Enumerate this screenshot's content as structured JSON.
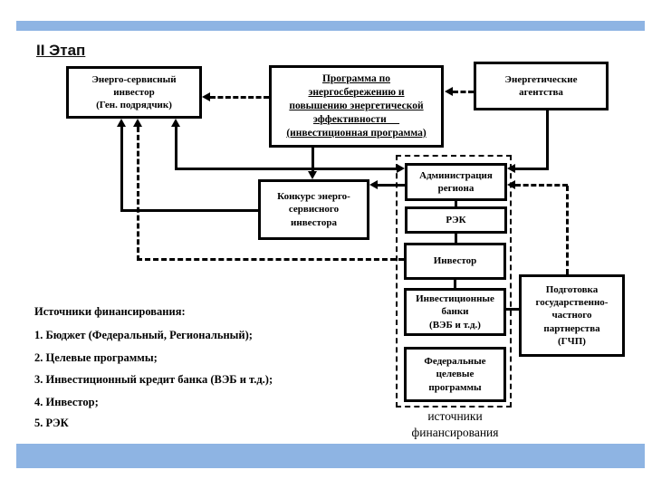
{
  "slide": {
    "title": "II Этап",
    "accent_color": "#8EB4E3",
    "background_color": "#FFFFFF",
    "line_color": "#000000"
  },
  "boxes": {
    "energo": "Энерго-сервисный\nинвестор\n(Ген. подрядчик)",
    "program": "Программа по\nэнергосбережению и\nповышению энергетической\nэффективности     \n(инвестиционная программа)",
    "agencies": "Энергетические\nагентства",
    "konkurs": "Конкурс энерго-\nсервисного\nинвестора",
    "admin": "Администрация\nрегиона",
    "rek": "РЭК",
    "investor": "Инвестор",
    "banks": "Инвестиционные\nбанки\n(ВЭБ и т.д.)",
    "federal": "Федеральные\nцелевые\nпрограммы",
    "gchp": "Подготовка\nгосударственно-\nчастного\nпартнерства\n(ГЧП)"
  },
  "funding_list": {
    "heading": "Источники финансирования:",
    "items": [
      "1. Бюджет (Федеральный, Региональный);",
      "2. Целевые программы;",
      "3. Инвестиционный кредит банка (ВЭБ и т.д.);",
      "4. Инвестор;",
      "5. РЭК"
    ]
  },
  "funding_group_label": "источники\nфинансирования"
}
